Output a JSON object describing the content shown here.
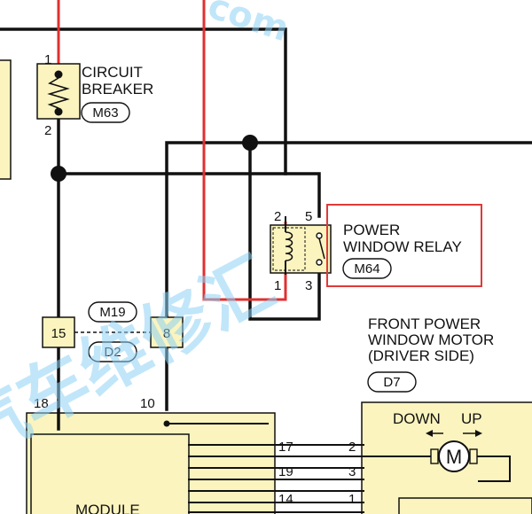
{
  "watermark": {
    "text_top": "com",
    "text_diag": "汽车维修汇"
  },
  "circuit_breaker": {
    "label_line1": "CIRCUIT",
    "label_line2": "BREAKER",
    "connector": "M63",
    "pin_top": "1",
    "pin_bottom": "2"
  },
  "relay": {
    "label_line1": "POWER",
    "label_line2": "WINDOW RELAY",
    "connector": "M64",
    "pin_tl": "2",
    "pin_tr": "5",
    "pin_bl": "1",
    "pin_br": "3"
  },
  "joint": {
    "pin_left": "15",
    "pin_right": "8",
    "connector_top": "M19",
    "connector_bottom": "D2"
  },
  "module": {
    "label": "MODULE",
    "pin_left": "18",
    "pin_right": "10",
    "pins_out": [
      "17",
      "19",
      "14"
    ]
  },
  "motor": {
    "label_line1": "FRONT POWER",
    "label_line2": "WINDOW MOTOR",
    "label_line3": "(DRIVER SIDE)",
    "connector": "D7",
    "down_label": "DOWN",
    "up_label": "UP",
    "motor_symbol": "M",
    "pins": [
      "2",
      "3",
      "1"
    ]
  },
  "colors": {
    "wire": "#111111",
    "highlight_wire": "#e03030",
    "component_fill": "#fbf4bf",
    "highlight_box": "#e03a3a"
  }
}
